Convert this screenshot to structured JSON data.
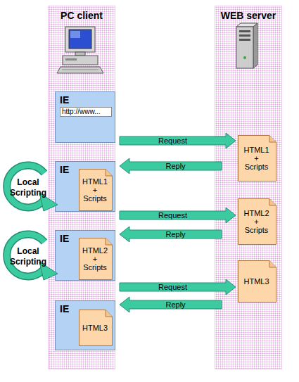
{
  "diagram": {
    "nodes": [
      {
        "text": [
          "PC client"
        ]
      },
      {
        "text": [
          "IE",
          "http://www..."
        ],
        "in": 0
      },
      {
        "text": [
          "IE"
        ],
        "in": 0
      },
      {
        "text": [
          "HTML1 + Scripts"
        ],
        "in": 2
      },
      {
        "text": [
          "IE"
        ],
        "in": 0
      },
      {
        "text": [
          "HTML2 + Scripts"
        ],
        "in": 4
      },
      {
        "text": [
          "IE"
        ],
        "in": 0
      },
      {
        "text": [
          "HTML3"
        ],
        "in": 6
      },
      {
        "text": [
          "WEB server"
        ]
      },
      {
        "text": [
          "HTML1 + Scripts"
        ],
        "in": 8
      },
      {
        "text": [
          "HTML2 + Scripts"
        ],
        "in": 8
      },
      {
        "text": [
          "HTML3"
        ],
        "in": 8
      }
    ],
    "edges": [
      {
        "from": 1,
        "to": 9,
        "label": "Request",
        "arrow": "to"
      },
      {
        "from": 9,
        "to": 2,
        "label": "Reply",
        "arrow": "to"
      },
      {
        "from": 2,
        "to": 10,
        "label": "Request",
        "arrow": "to"
      },
      {
        "from": 10,
        "to": 4,
        "label": "Reply",
        "arrow": "to"
      },
      {
        "from": 4,
        "to": 11,
        "label": "Request",
        "arrow": "to"
      },
      {
        "from": 11,
        "to": 6,
        "label": "Reply",
        "arrow": "to"
      }
    ],
    "labels": [
      "Local Scripting",
      "Local Scripting"
    ]
  }
}
